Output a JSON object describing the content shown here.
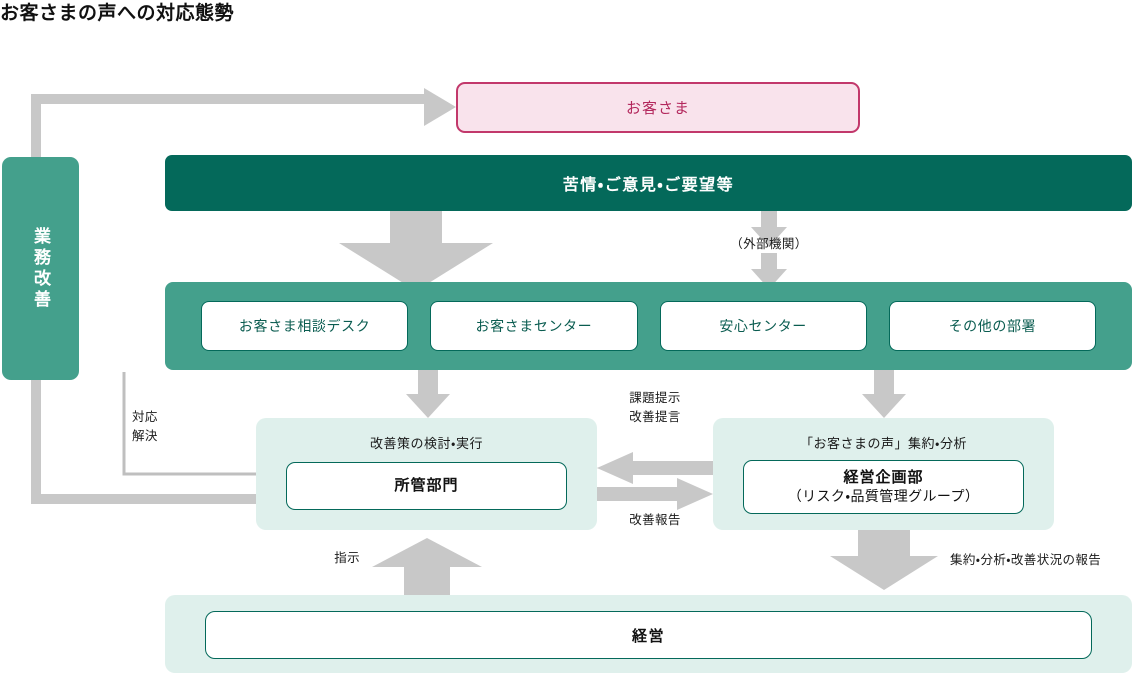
{
  "page": {
    "title": "お客さまの声への対応態勢"
  },
  "colors": {
    "dark_teal": "#04695a",
    "mid_teal": "#44a08c",
    "mint": "#dff0ec",
    "pink_fill": "#f9e3ec",
    "pink_border": "#c2386b",
    "pink_text": "#b3275c",
    "arrow_gray": "#c8c8c8",
    "line_gray": "#bfbfbf"
  },
  "nodes": {
    "customer": "お客さま",
    "complaint_bar": "苦情・ご意見・ご要望等",
    "improvement_bar": "業務改善",
    "departments": [
      "お客さま相談デスク",
      "お客さまセンター",
      "安心センター",
      "その他の部署"
    ],
    "left_panel": {
      "caption": "改善策の検討・実行",
      "name": "所管部門"
    },
    "right_panel": {
      "caption": "「お客さまの声」集約・分析",
      "name": "経営企画部",
      "sub_name": "（リスク・品質管理グループ）"
    },
    "management": "経営"
  },
  "connector_labels": {
    "external_org": "（外部機関）",
    "response": "対応",
    "resolution": "解決",
    "issue_presentation": "課題提示",
    "improvement_proposal": "改善提言",
    "improvement_report": "改善報告",
    "instruction": "指示",
    "aggregate_report": "集約・分析・改善状況の報告"
  }
}
